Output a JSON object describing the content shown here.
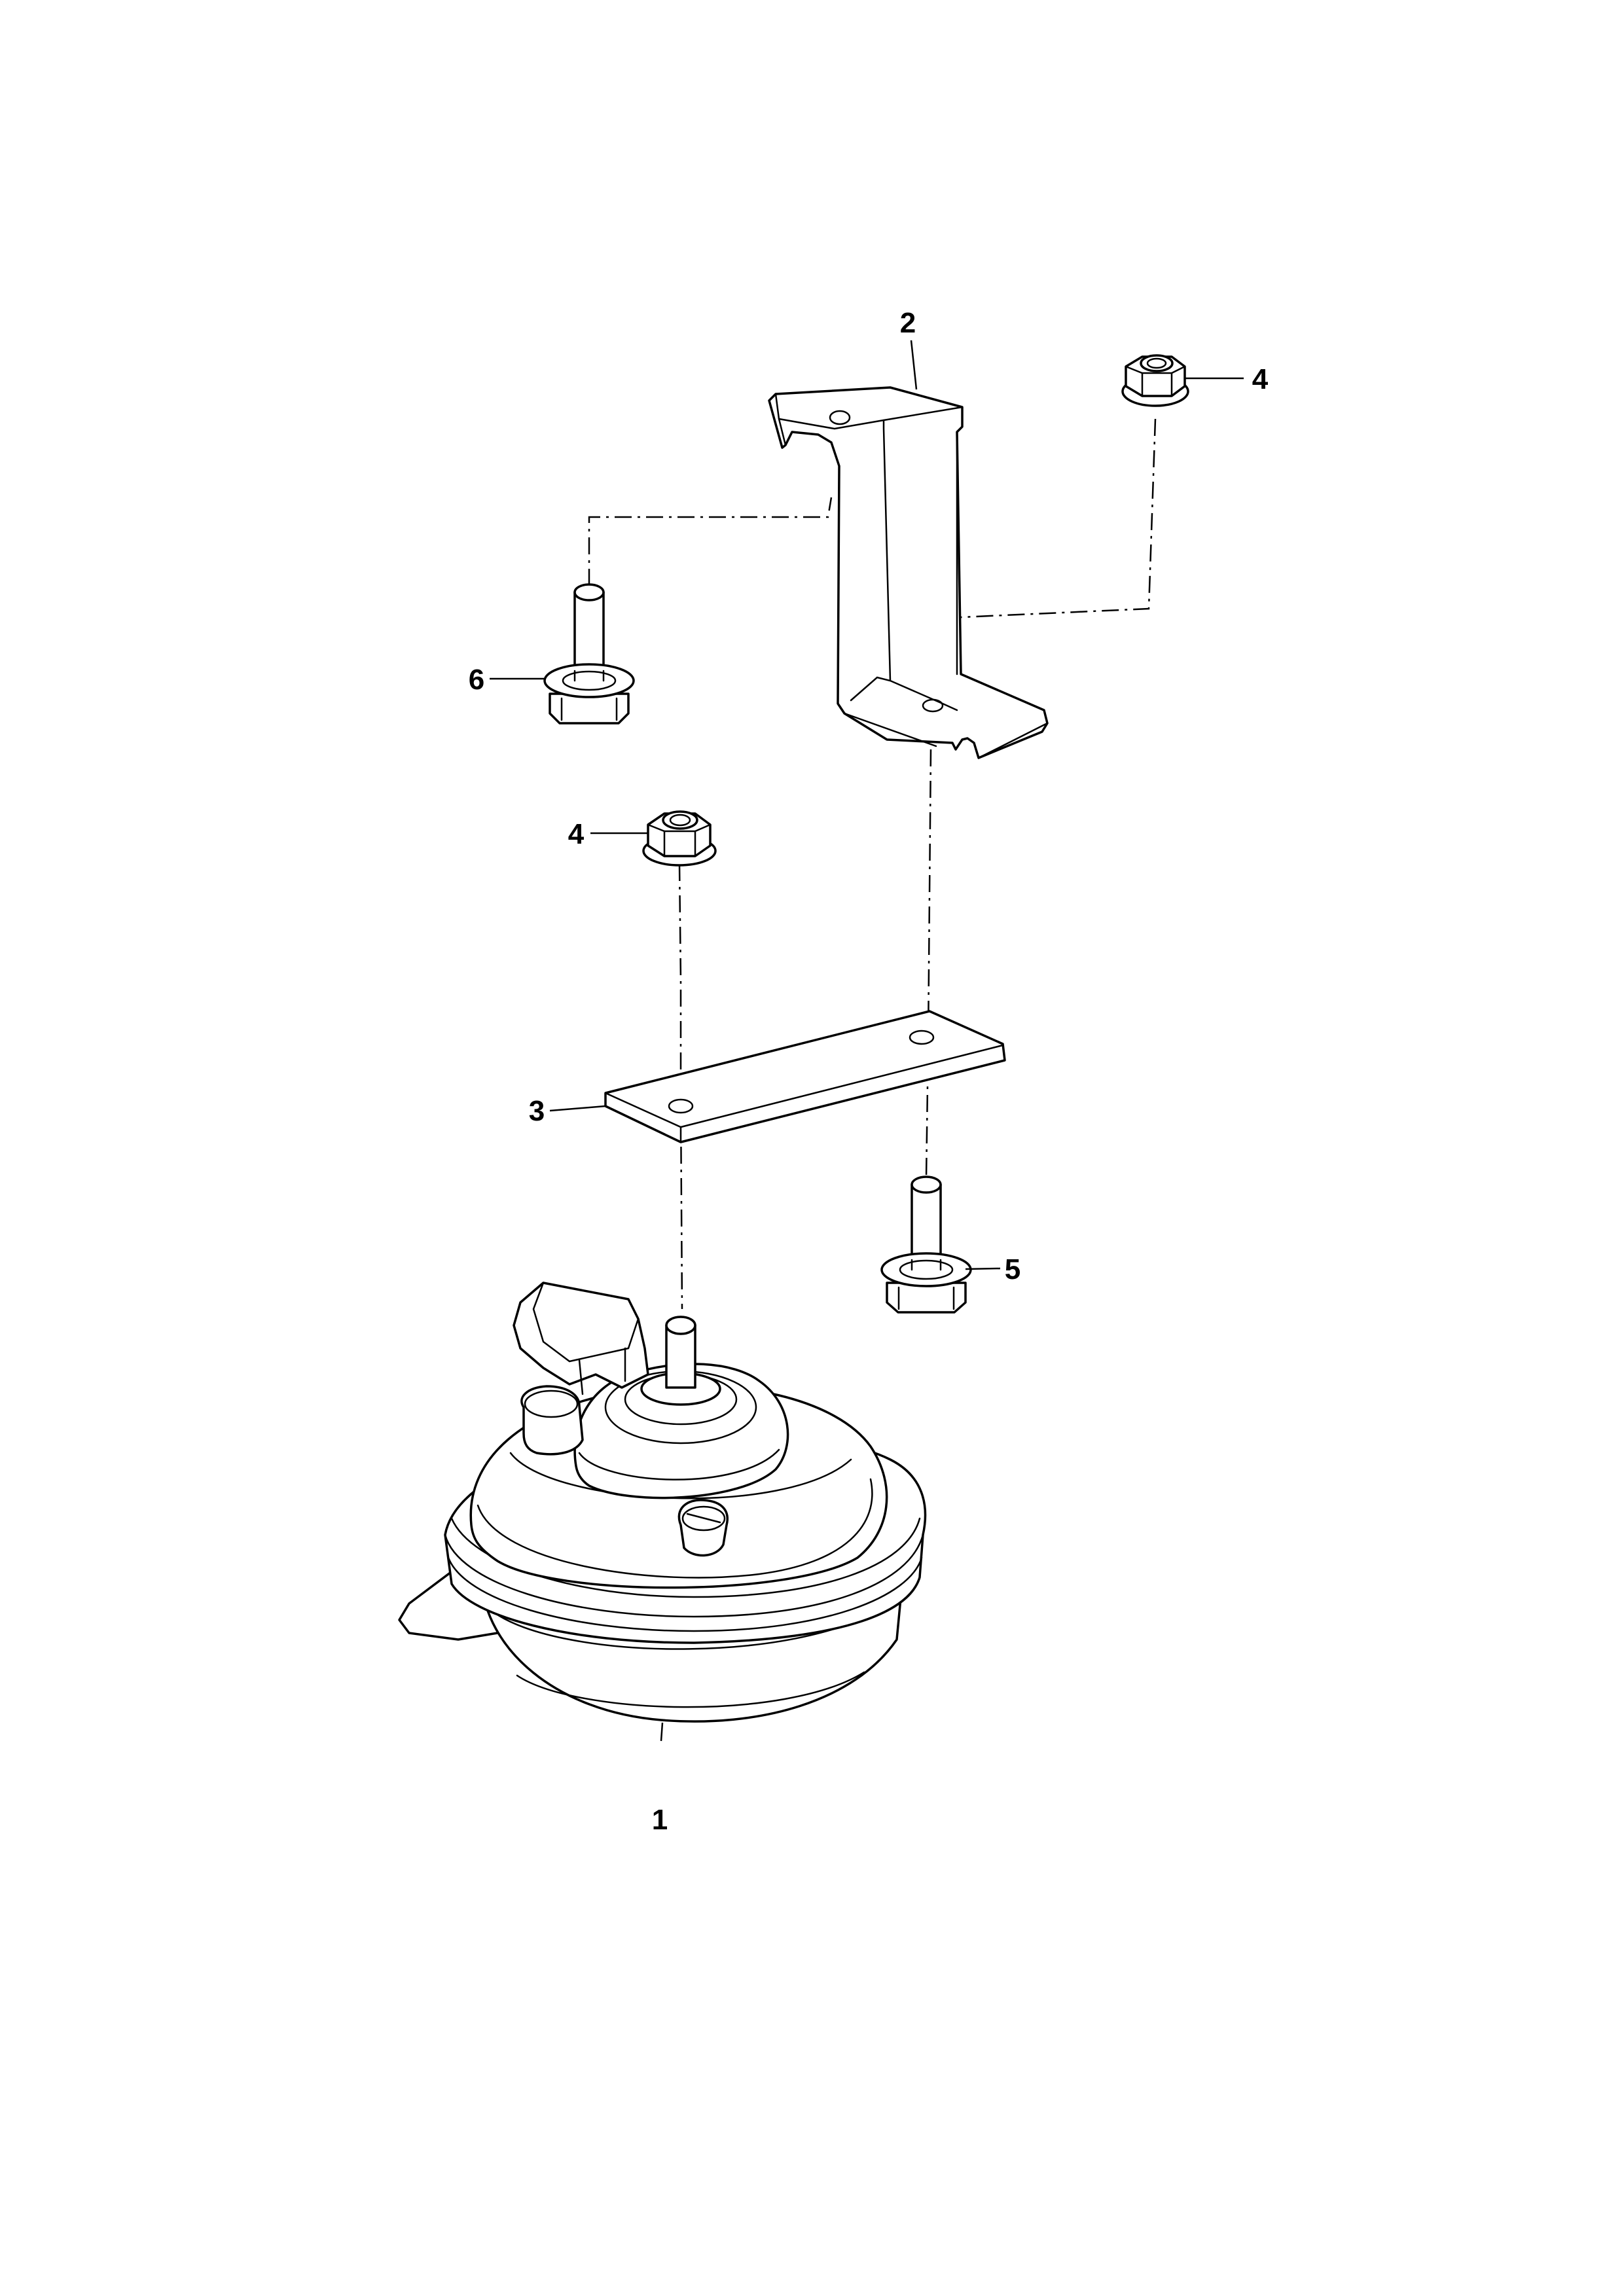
{
  "callouts": {
    "horn": "1",
    "bracket": "2",
    "plate": "3",
    "nut_upper": "4",
    "nut_lower": "4",
    "bolt_lower": "5",
    "bolt_upper": "6"
  }
}
